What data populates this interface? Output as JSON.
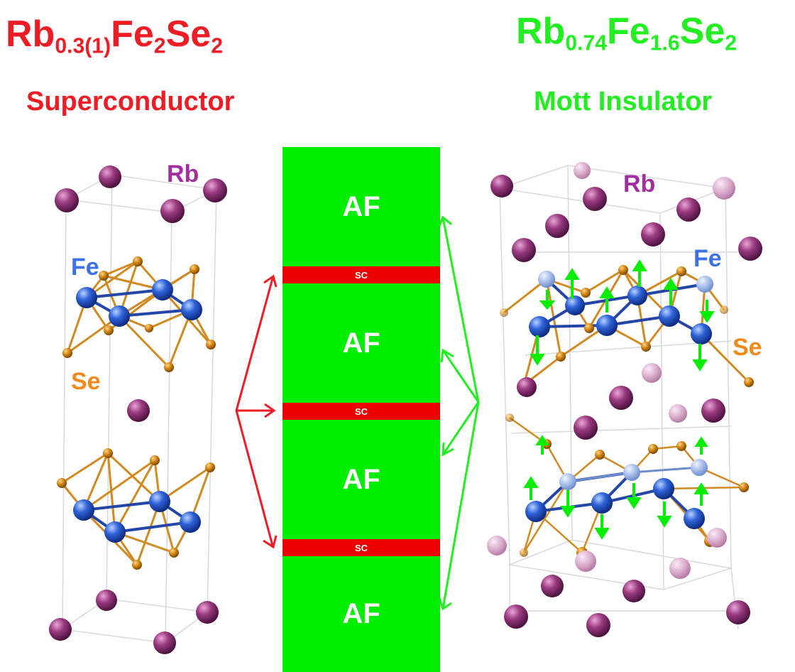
{
  "colors": {
    "superconductor": "#ee1c24",
    "insulator": "#22ee22",
    "af_layer": "#00ee00",
    "sc_layer": "#ee0000",
    "rb_atom": "#8e2f74",
    "fe_atom": "#2a5bd7",
    "se_atom": "#d98a12",
    "bond": "#d18a22",
    "fe_bond": "#2346a8"
  },
  "left": {
    "formula": {
      "base1": "Rb",
      "sub1": "0.3(1)",
      "base2": "Fe",
      "sub2": "2",
      "base3": "Se",
      "sub3": "2"
    },
    "phase": "Superconductor",
    "labels": {
      "rb": "Rb",
      "fe": "Fe",
      "se": "Se"
    }
  },
  "right": {
    "formula": {
      "base1": "Rb",
      "sub1": "0.74",
      "base2": "Fe",
      "sub2": "1.6",
      "base3": "Se",
      "sub3": "2"
    },
    "phase": "Mott Insulator",
    "labels": {
      "rb": "Rb",
      "fe": "Fe",
      "se": "Se"
    }
  },
  "layers": [
    {
      "type": "AF",
      "label": "AF"
    },
    {
      "type": "SC",
      "label": "SC"
    },
    {
      "type": "AF",
      "label": "AF"
    },
    {
      "type": "SC",
      "label": "SC"
    },
    {
      "type": "AF",
      "label": "AF"
    },
    {
      "type": "SC",
      "label": "SC"
    },
    {
      "type": "AF",
      "label": "AF"
    }
  ],
  "icons": {
    "left_structure": "rb-fe-se-crystal-icon",
    "right_structure": "rb-fe-se-vacancy-crystal-icon",
    "spin": "spin-arrow-icon"
  }
}
